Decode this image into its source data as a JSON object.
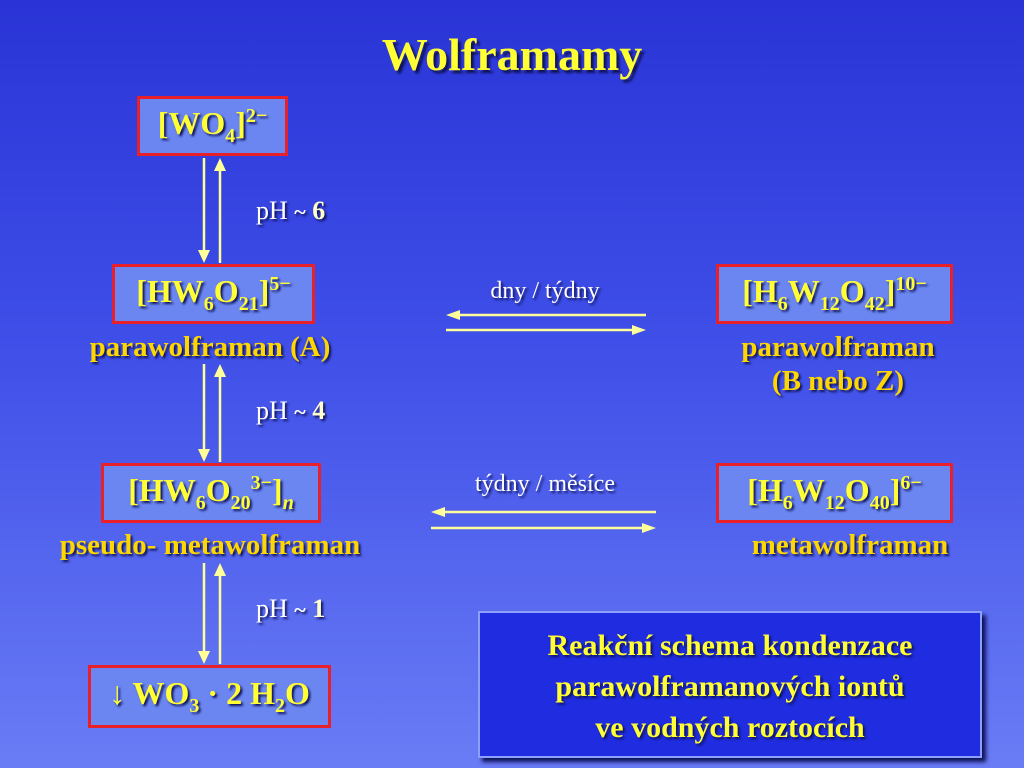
{
  "title": "Wolframamy",
  "species": {
    "wo4": {
      "prefix": "[WO",
      "s1": "4",
      "close": "]",
      "charge": "2−"
    },
    "hw6o21": {
      "p1": "[HW",
      "s1": "6",
      "p2": "O",
      "s2": "21",
      "close": "]",
      "charge": "5−",
      "label": "parawolframan (A)"
    },
    "hw6o20": {
      "p1": "[HW",
      "s1": "6",
      "p2": "O",
      "s2": "20",
      "charge": "3−",
      "close": "]",
      "n": "n",
      "label": "pseudo- metawolframan"
    },
    "wo3": {
      "arrow": "↓",
      "p1": "WO",
      "s1": "3",
      "dot": " · 2 H",
      "s2": "2",
      "p2": "O"
    },
    "h6w12o42": {
      "p1": "[H",
      "s1": "6",
      "p2": "W",
      "s2": "12",
      "p3": "O",
      "s3": "42",
      "close": "]",
      "charge": "10−",
      "label1": "parawolframan",
      "label2": "(B nebo Z)"
    },
    "h6w12o40": {
      "p1": "[H",
      "s1": "6",
      "p2": "W",
      "s2": "12",
      "p3": "O",
      "s3": "40",
      "close": "]",
      "charge": "6−",
      "label": "metawolframan"
    }
  },
  "conditions": {
    "ph6": {
      "text": "pH",
      "tilde": "~",
      "value": "6"
    },
    "ph4": {
      "text": "pH",
      "tilde": "~",
      "value": "4"
    },
    "ph1": {
      "text": "pH",
      "tilde": "~",
      "value": "1"
    },
    "rate1": "dny / týdny",
    "rate2": "týdny / měsíce"
  },
  "note": {
    "line1": "Reakční schema kondenzace",
    "line2": "parawolframanových iontů",
    "line3": "ve vodných roztocích"
  },
  "colors": {
    "background_top": "#2a34d6",
    "background_bottom": "#6a7cf5",
    "title": "#ffff33",
    "box_border": "#e8202a",
    "box_fill": "#6b86f0",
    "label": "#ffd700",
    "arrow": "#ffff99"
  }
}
